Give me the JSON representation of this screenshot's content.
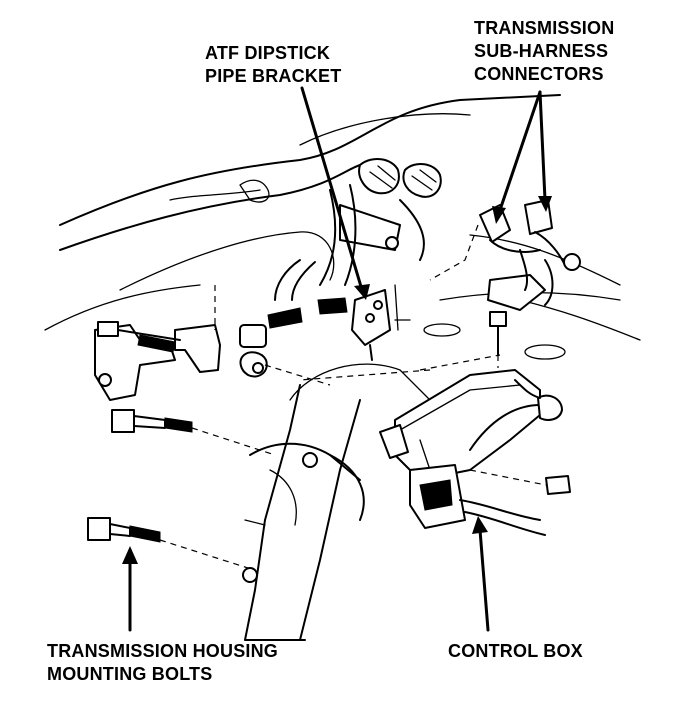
{
  "labels": {
    "atf_bracket": [
      "ATF DIPSTICK",
      "PIPE BRACKET"
    ],
    "sub_harness": [
      "TRANSMISSION",
      "SUB-HARNESS",
      "CONNECTORS"
    ],
    "housing_bolts": [
      "TRANSMISSION HOUSING",
      "MOUNTING BOLTS"
    ],
    "control_box": [
      "CONTROL BOX"
    ]
  }
}
